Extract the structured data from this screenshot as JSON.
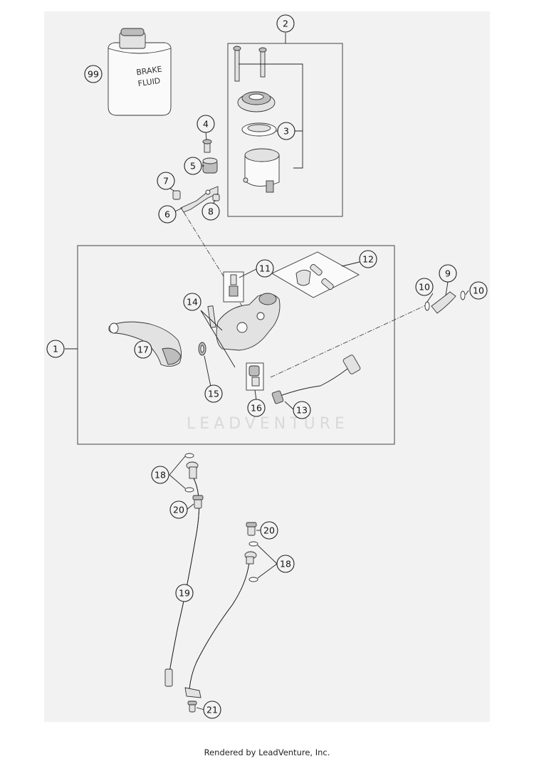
{
  "callouts": {
    "c1": "1",
    "c2": "2",
    "c3": "3",
    "c4": "4",
    "c5": "5",
    "c6": "6",
    "c7": "7",
    "c8": "8",
    "c9": "9",
    "c10a": "10",
    "c10b": "10",
    "c11": "11",
    "c12": "12",
    "c13": "13",
    "c14": "14",
    "c15": "15",
    "c16": "16",
    "c17": "17",
    "c18a": "18",
    "c18b": "18",
    "c19": "19",
    "c20a": "20",
    "c20b": "20",
    "c21": "21",
    "c99": "99"
  },
  "bottle": {
    "line1": "BRAKE",
    "line2": "FLUID"
  },
  "watermark": "LEADVENTURE",
  "footer": "Rendered by LeadVenture, Inc."
}
